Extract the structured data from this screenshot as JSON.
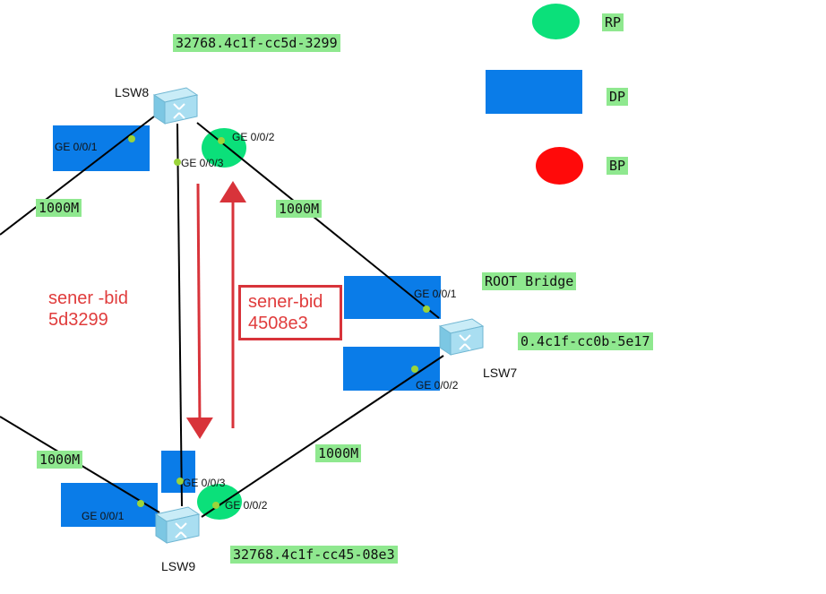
{
  "legend": {
    "rp_label": "RP",
    "dp_label": "DP",
    "bp_label": "BP"
  },
  "switches": {
    "lsw8": {
      "name": "LSW8",
      "bid": "32768.4c1f-cc5d-3299"
    },
    "lsw7": {
      "name": "LSW7",
      "bid": "0.4c1f-cc0b-5e17",
      "role": "ROOT Bridge"
    },
    "lsw9": {
      "name": "LSW9",
      "bid": "32768.4c1f-cc45-08e3"
    }
  },
  "ports": {
    "lsw8_g1": "GE 0/0/1",
    "lsw8_g2": "GE 0/0/2",
    "lsw8_g3": "GE 0/0/3",
    "lsw7_g1": "GE 0/0/1",
    "lsw7_g2": "GE 0/0/2",
    "lsw9_g1": "GE 0/0/1",
    "lsw9_g2": "GE 0/0/2",
    "lsw9_g3": "GE 0/0/3"
  },
  "links": {
    "lsw8_left": "1000M",
    "lsw8_lsw7": "1000M",
    "lsw9_left": "1000M",
    "lsw9_lsw7": "1000M"
  },
  "annotations": {
    "left_line1": "sener -bid",
    "left_line2": "5d3299",
    "boxed_line1": "sener-bid",
    "boxed_line2": "4508e3"
  },
  "colors": {
    "rp": "#0be07a",
    "dp": "#0a7ce8",
    "bp": "#ff0a0a",
    "label_bg": "#8fe88f",
    "arrow": "#d8333a"
  }
}
